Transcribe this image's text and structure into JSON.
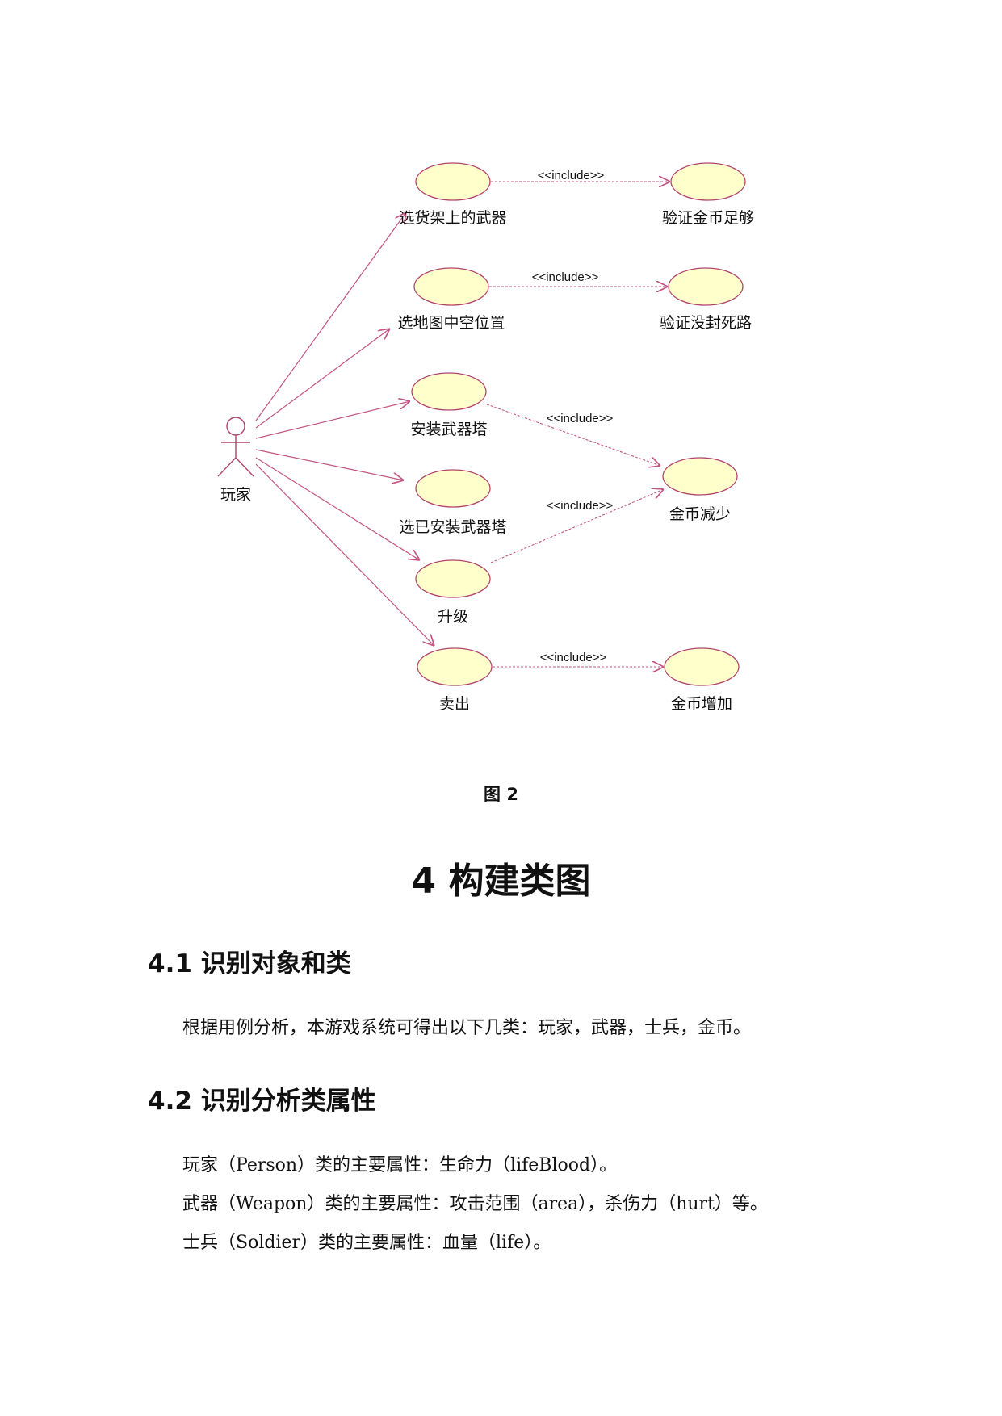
{
  "diagram": {
    "actor": "玩家",
    "use_cases": {
      "uc1": "选货架上的武器",
      "uc2": "验证金币足够",
      "uc3": "选地图中空位置",
      "uc4": "验证没封死路",
      "uc5": "安装武器塔",
      "uc6": "金币减少",
      "uc7": "选已安装武器塔",
      "uc8": "升级",
      "uc9": "卖出",
      "uc10": "金币增加"
    },
    "stereotype": "<<include>>"
  },
  "caption": "图 2",
  "section_title": "4  构建类图",
  "s41": {
    "heading": "4.1  识别对象和类",
    "text": "根据用例分析，本游戏系统可得出以下几类：玩家，武器，士兵，金币。"
  },
  "s42": {
    "heading": "4.2  识别分析类属性",
    "lines": [
      "玩家（Person）类的主要属性：生命力（lifeBlood）。",
      "武器（Weapon）类的主要属性：攻击范围（area），杀伤力（hurt）等。",
      "士兵（Soldier）类的主要属性：血量（life）。"
    ]
  }
}
